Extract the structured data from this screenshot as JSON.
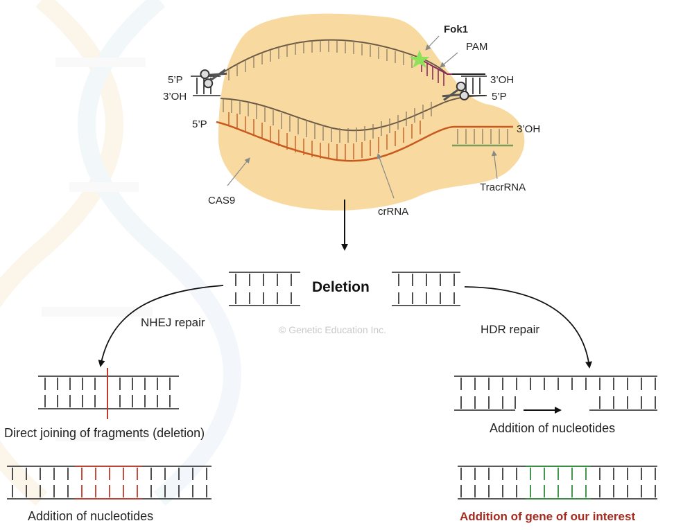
{
  "labels": {
    "fok1": "Fok1",
    "pam": "PAM",
    "top_left_5p": "5’P",
    "top_left_3oh": "3’OH",
    "top_right_3oh": "3’OH",
    "top_right_5p": "5’P",
    "crrna_5p": "5’P",
    "crrna_3oh": "3’OH",
    "cas9": "CAS9",
    "crrna": "crRNA",
    "tracrrna": "TracrRNA",
    "deletion": "Deletion",
    "nhej": "NHEJ repair",
    "hdr": "HDR repair",
    "watermark": "© Genetic Education Inc.",
    "direct_joining": "Direct joining of fragments (deletion)",
    "left_addition": "Addition of nucleotides",
    "right_addition": "Addition of nucleotides",
    "gene_interest": "Addition of gene of our interest"
  },
  "colors": {
    "cas9_fill": "#f8daa0",
    "dna_strand": "#6b5a45",
    "crrna": "#c95a1f",
    "pam": "#8a2a5e",
    "tracr": "#7a9a5a",
    "fok1_star": "#8fe05a",
    "red_insert": "#c0392b",
    "green_insert": "#2e8b3a",
    "gene_text": "#a32a1e"
  },
  "icons": [
    "scissors-icon",
    "star-icon",
    "arrow-icon"
  ]
}
